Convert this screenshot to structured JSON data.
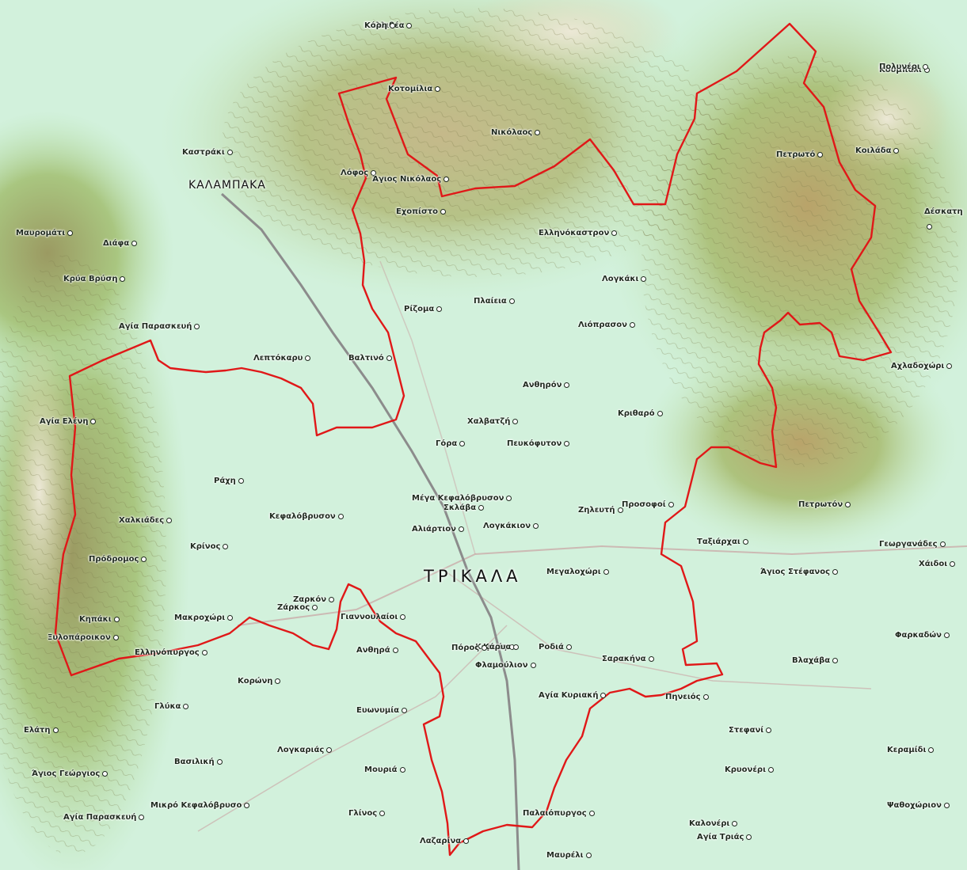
{
  "map": {
    "capital": "ΤΡΙΚΑΛΑ",
    "town": "ΚΑΛΑΜΠΑΚΑ",
    "colors": {
      "boundary": "#e01818",
      "lowland": "#c9efd8",
      "plain": "#d7f4e0",
      "hills": "#a9d9a0",
      "mountains": "#b9b27a",
      "peaks": "#e6e2cc",
      "road": "#8c8c8c",
      "minor_road": "#c9a3a3"
    },
    "places": [
      {
        "name": "Καλλιθέα"
      },
      {
        "name": "Κοτομίλια"
      },
      {
        "name": "Νικόλαος"
      },
      {
        "name": "Λόφος"
      },
      {
        "name": "Άγιος Νικόλαος"
      },
      {
        "name": "Εχοπίστο"
      },
      {
        "name": "Ελληνόκαστρον"
      },
      {
        "name": "Κοιλάδα"
      },
      {
        "name": "Λογκάκι"
      },
      {
        "name": "Πλαίεια"
      },
      {
        "name": "Ρίζομα"
      },
      {
        "name": "Αγία Παρασκευή"
      },
      {
        "name": "Διάφα"
      },
      {
        "name": "Αγία Ελένη"
      },
      {
        "name": "Βαλτινό"
      },
      {
        "name": "Ανθηρόν"
      },
      {
        "name": "Χαλβατζή"
      },
      {
        "name": "Πετρωτό"
      },
      {
        "name": "Κουμπάλι"
      },
      {
        "name": "Κριθαρό"
      },
      {
        "name": "Γόρα"
      },
      {
        "name": "Πευκόφυτον"
      },
      {
        "name": "Μέγα Κεφαλόβρυσον"
      },
      {
        "name": "Σκλάβα"
      },
      {
        "name": "Αλιάρτιον"
      },
      {
        "name": "Λογκάκιον"
      },
      {
        "name": "Ζηλευτή"
      },
      {
        "name": "Προσοφοί"
      },
      {
        "name": "Πετρωτόν"
      },
      {
        "name": "Γεωργανάδες"
      },
      {
        "name": "Χάιδοι"
      },
      {
        "name": "Μεγαλοχώρι"
      },
      {
        "name": "Ταξιάρχαι"
      },
      {
        "name": "Κεφαλόβρυσον"
      },
      {
        "name": "Λιόπρασον"
      },
      {
        "name": "Λεπτόκαρυ"
      },
      {
        "name": "Ράχη"
      },
      {
        "name": "Χαλκιάδες"
      },
      {
        "name": "Κρίνος"
      },
      {
        "name": "Πρόδρομος"
      },
      {
        "name": "Ζαρκόν"
      },
      {
        "name": "Καρυές"
      },
      {
        "name": "Φλαμούλιον"
      },
      {
        "name": "Κηπάκι"
      },
      {
        "name": "Μακροχώρι"
      },
      {
        "name": "Ξυλοπάροικον"
      },
      {
        "name": "Ελληνόπυργος"
      },
      {
        "name": "Ροδιά"
      },
      {
        "name": "Σαρακήνα"
      },
      {
        "name": "Ανθηρά"
      },
      {
        "name": "Γιαννουλαίοι"
      },
      {
        "name": "Κάρυα"
      },
      {
        "name": "Φαρκαδών"
      },
      {
        "name": "Αγία Κυριακή"
      },
      {
        "name": "Πηνειός"
      },
      {
        "name": "Ζάρκος"
      },
      {
        "name": "Ευωνυμία"
      },
      {
        "name": "Κορώνη"
      },
      {
        "name": "Παλαιόπυργος"
      },
      {
        "name": "Μαυρέλι"
      },
      {
        "name": "Γλίνος"
      },
      {
        "name": "Λαζαρίνα"
      },
      {
        "name": "Καλονέρι"
      },
      {
        "name": "Αγία Τριάς"
      },
      {
        "name": "Ψαθοχώριον"
      },
      {
        "name": "Κεραμίδι"
      },
      {
        "name": "Βασιλική"
      },
      {
        "name": "Ελάτη"
      },
      {
        "name": "Άγιος Γεώργιος"
      },
      {
        "name": "Μουριά"
      },
      {
        "name": "Γλύκα"
      },
      {
        "name": "Αγία Παρασκευή"
      },
      {
        "name": "Λογκαριάς"
      },
      {
        "name": "Στεφανί"
      },
      {
        "name": "Κρυονέρι"
      },
      {
        "name": "Αχλαδοχώρι"
      },
      {
        "name": "Δέσκατη"
      },
      {
        "name": "Πολυνέρι"
      },
      {
        "name": "Καστράκι"
      },
      {
        "name": "Άγιος Στέφανος"
      },
      {
        "name": "Πόρος"
      },
      {
        "name": "Μικρό Κεφαλόβρυσο"
      },
      {
        "name": "Μαυρομάτι"
      },
      {
        "name": "Κρύα Βρύση"
      },
      {
        "name": "Βλαχάβα"
      },
      {
        "name": "Κόρη"
      }
    ]
  }
}
